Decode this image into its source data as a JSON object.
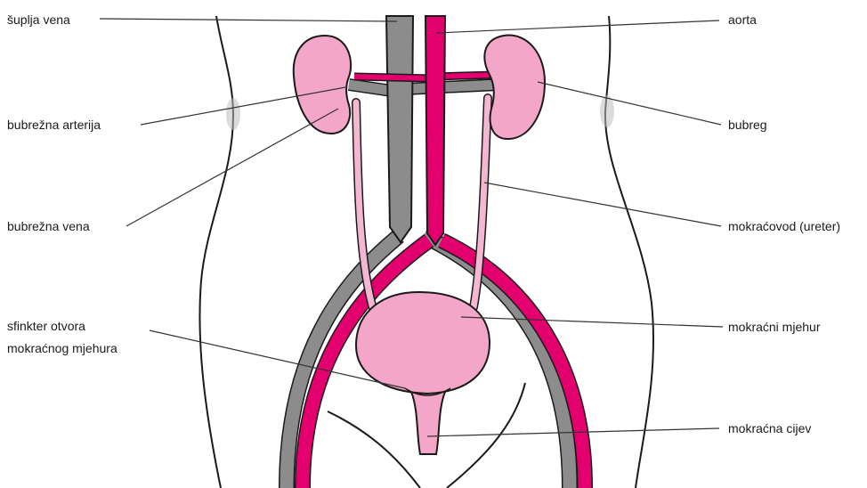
{
  "diagram": {
    "colors": {
      "artery": "#e3006e",
      "vein": "#8c8c8c",
      "organ": "#f3a6c8",
      "ureter": "#f4b7d1",
      "outline": "#1a1a1a",
      "leader": "#333333"
    },
    "labels": {
      "vena_cava": "šuplja vena",
      "renal_artery": "bubrežna arterija",
      "renal_vein": "bubrežna vena",
      "sphincter_line1": "sfinkter otvora",
      "sphincter_line2": "mokraćnog mjehura",
      "aorta": "aorta",
      "kidney": "bubreg",
      "ureter": "mokraćovod (ureter)",
      "bladder": "mokraćni mjehur",
      "urethra": "mokraćna cijev"
    }
  }
}
